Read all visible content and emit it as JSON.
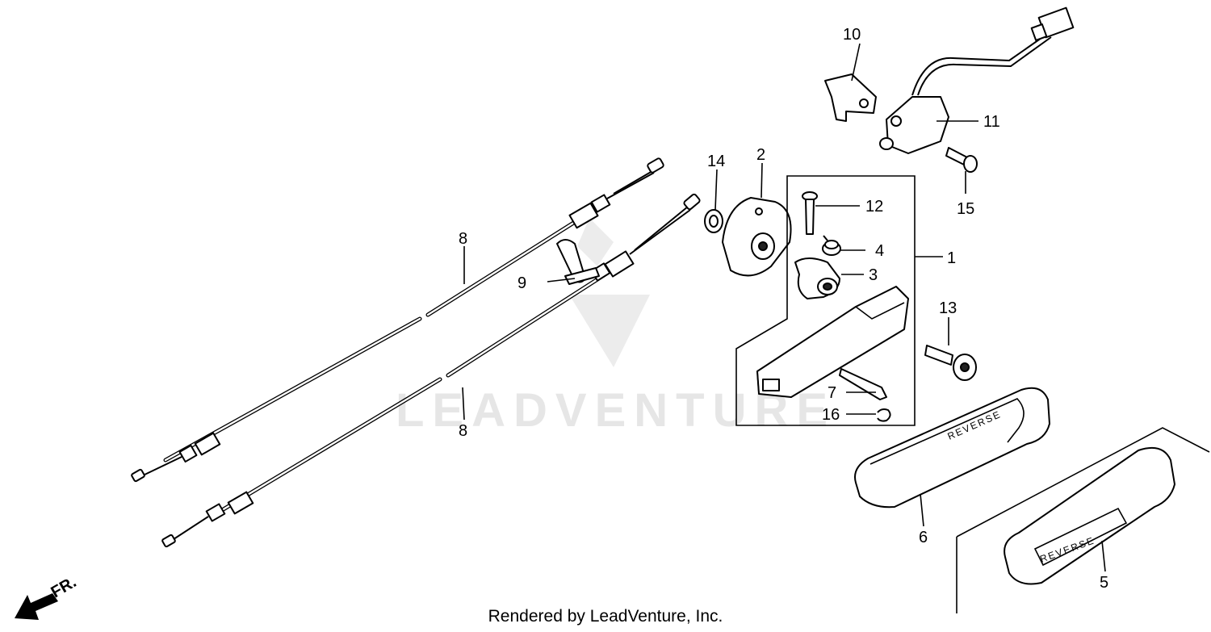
{
  "callouts": {
    "c1": "1",
    "c2": "2",
    "c3": "3",
    "c4": "4",
    "c5": "5",
    "c6": "6",
    "c7": "7",
    "c8a": "8",
    "c8b": "8",
    "c9": "9",
    "c10": "10",
    "c11": "11",
    "c12": "12",
    "c13": "13",
    "c14": "14",
    "c15": "15",
    "c16": "16"
  },
  "labels": {
    "direction": "FR.",
    "reverse_grip_6": "REVERSE",
    "reverse_grip_5": "REVERSE"
  },
  "watermark": {
    "text": "LEADVENTURE"
  },
  "footer": {
    "credit": "Rendered by LeadVenture, Inc."
  }
}
